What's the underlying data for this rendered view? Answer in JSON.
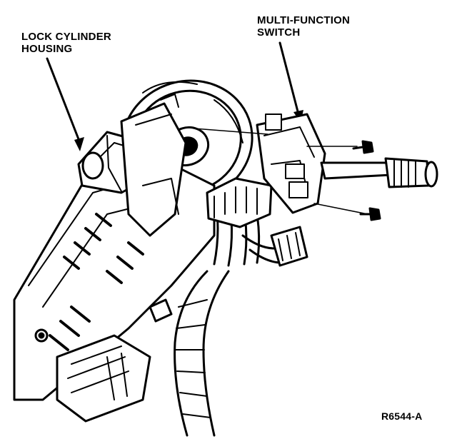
{
  "labels": {
    "lock_cylinder_line1": "LOCK CYLINDER",
    "lock_cylinder_line2": "HOUSING",
    "multi_function_line1": "MULTI-FUNCTION",
    "multi_function_line2": "SWITCH",
    "figure_ref": "R6544-A"
  },
  "colors": {
    "ink": "#000000",
    "paper": "#ffffff"
  }
}
